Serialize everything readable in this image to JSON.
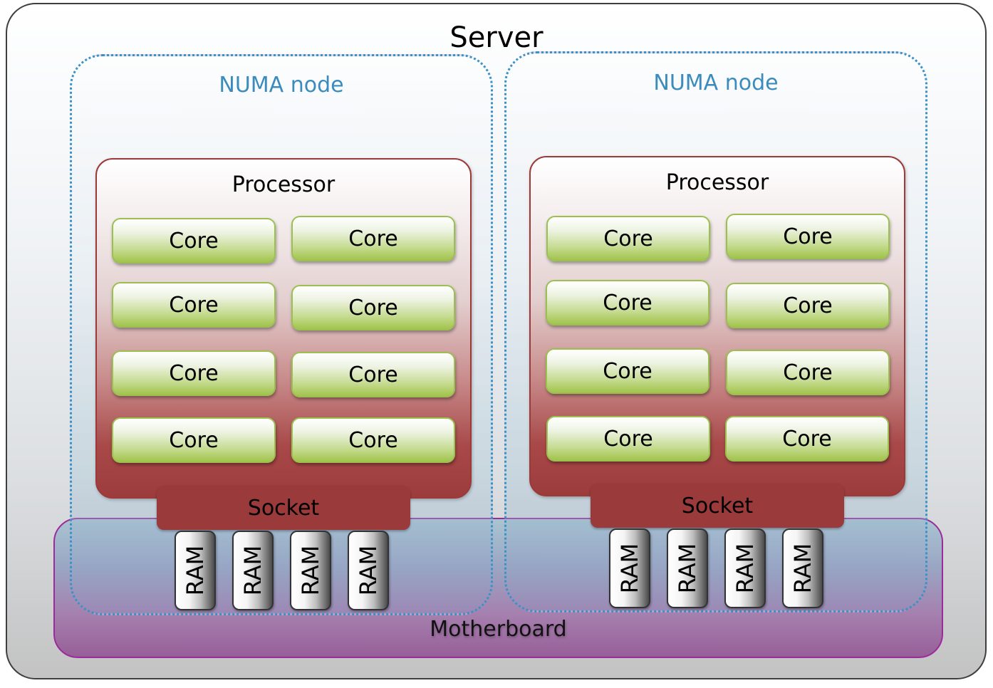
{
  "diagram": {
    "server_label": "Server",
    "motherboard_label": "Motherboard",
    "numa_nodes": [
      {
        "label": "NUMA node",
        "processor_label": "Processor",
        "cores": [
          "Core",
          "Core",
          "Core",
          "Core",
          "Core",
          "Core",
          "Core",
          "Core"
        ],
        "socket_label": "Socket",
        "ram": [
          "RAM",
          "RAM",
          "RAM",
          "RAM"
        ]
      },
      {
        "label": "NUMA node",
        "processor_label": "Processor",
        "cores": [
          "Core",
          "Core",
          "Core",
          "Core",
          "Core",
          "Core",
          "Core",
          "Core"
        ],
        "socket_label": "Socket",
        "ram": [
          "RAM",
          "RAM",
          "RAM",
          "RAM"
        ]
      }
    ],
    "colors": {
      "numa_label": "#3b8bbd",
      "numa_border": "#3c91c6",
      "processor_border": "#9c3a3a",
      "socket": "#9a3a3a",
      "core_border": "#9cc050",
      "motherboard_border": "#9b2a9b"
    }
  }
}
